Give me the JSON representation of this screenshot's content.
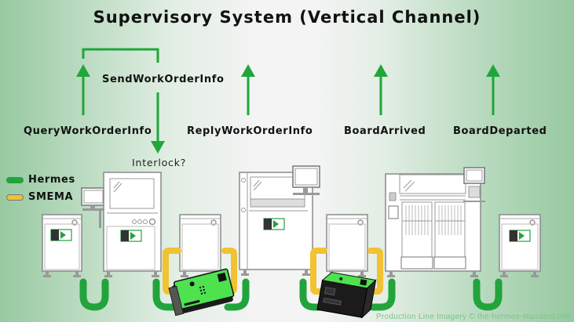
{
  "diagram": {
    "title": "Supervisory System (Vertical Channel)",
    "messages": {
      "query": "QueryWorkOrderInfo",
      "send": "SendWorkOrderInfo",
      "reply": "ReplyWorkOrderInfo",
      "arrived": "BoardArrived",
      "departed": "BoardDeparted"
    },
    "interlock_label": "Interlock?",
    "legend": [
      {
        "label": "Hermes",
        "color": "#22a33c"
      },
      {
        "label": "SMEMA",
        "color": "#f1c232"
      }
    ],
    "credit": "Production Line Imagery © the-hermes-standard.info",
    "colors": {
      "hermes_green": "#22a33c",
      "smema_yellow": "#f1c232",
      "arrow_green": "#21a63b",
      "machine_outline": "#8a8a8a",
      "device_green": "#4ee24e"
    }
  }
}
